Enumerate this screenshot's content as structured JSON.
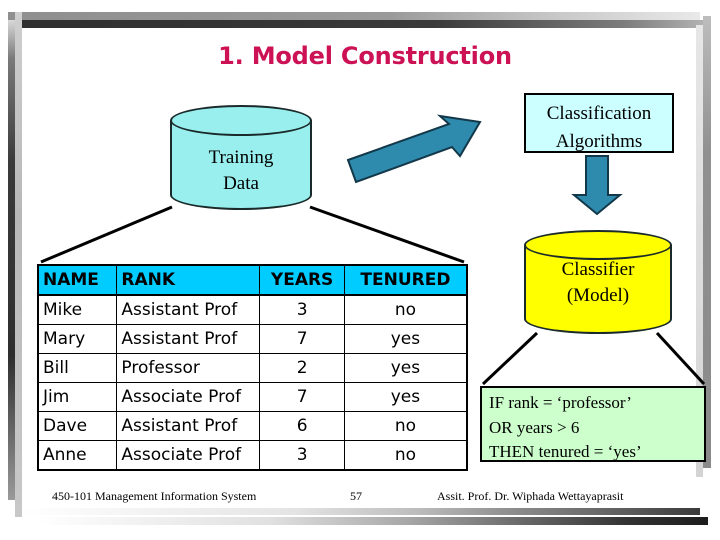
{
  "slide": {
    "title": "1. Model Construction",
    "title_color": "#cc1155"
  },
  "diagram": {
    "training_cylinder": {
      "label_line1": "Training",
      "label_line2": "Data",
      "fill_color": "#99eeee"
    },
    "classification_box": {
      "label_line1": "Classification",
      "label_line2": "Algorithms",
      "fill_color": "#ccffff"
    },
    "classifier_cylinder": {
      "label_line1": "Classifier",
      "label_line2": "(Model)",
      "fill_color": "#ffff00"
    },
    "rule_box": {
      "line1": "IF rank = ‘professor’",
      "line2": "OR years > 6",
      "line3": "THEN tenured = ‘yes’",
      "fill_color": "#ccffcc"
    },
    "arrow_color": "#2f8bad"
  },
  "table": {
    "header_color": "#00ccff",
    "columns": [
      "NAME",
      "RANK",
      "YEARS",
      "TENURED"
    ],
    "rows": [
      [
        "Mike",
        "Assistant Prof",
        "3",
        "no"
      ],
      [
        "Mary",
        "Assistant Prof",
        "7",
        "yes"
      ],
      [
        "Bill",
        "Professor",
        "2",
        "yes"
      ],
      [
        "Jim",
        "Associate Prof",
        "7",
        "yes"
      ],
      [
        "Dave",
        "Assistant Prof",
        "6",
        "no"
      ],
      [
        "Anne",
        "Associate Prof",
        "3",
        "no"
      ]
    ]
  },
  "footer": {
    "course": "450-101 Management Information System",
    "page_number": "57",
    "author": "Assit. Prof. Dr. Wiphada  Wettayaprasit"
  }
}
